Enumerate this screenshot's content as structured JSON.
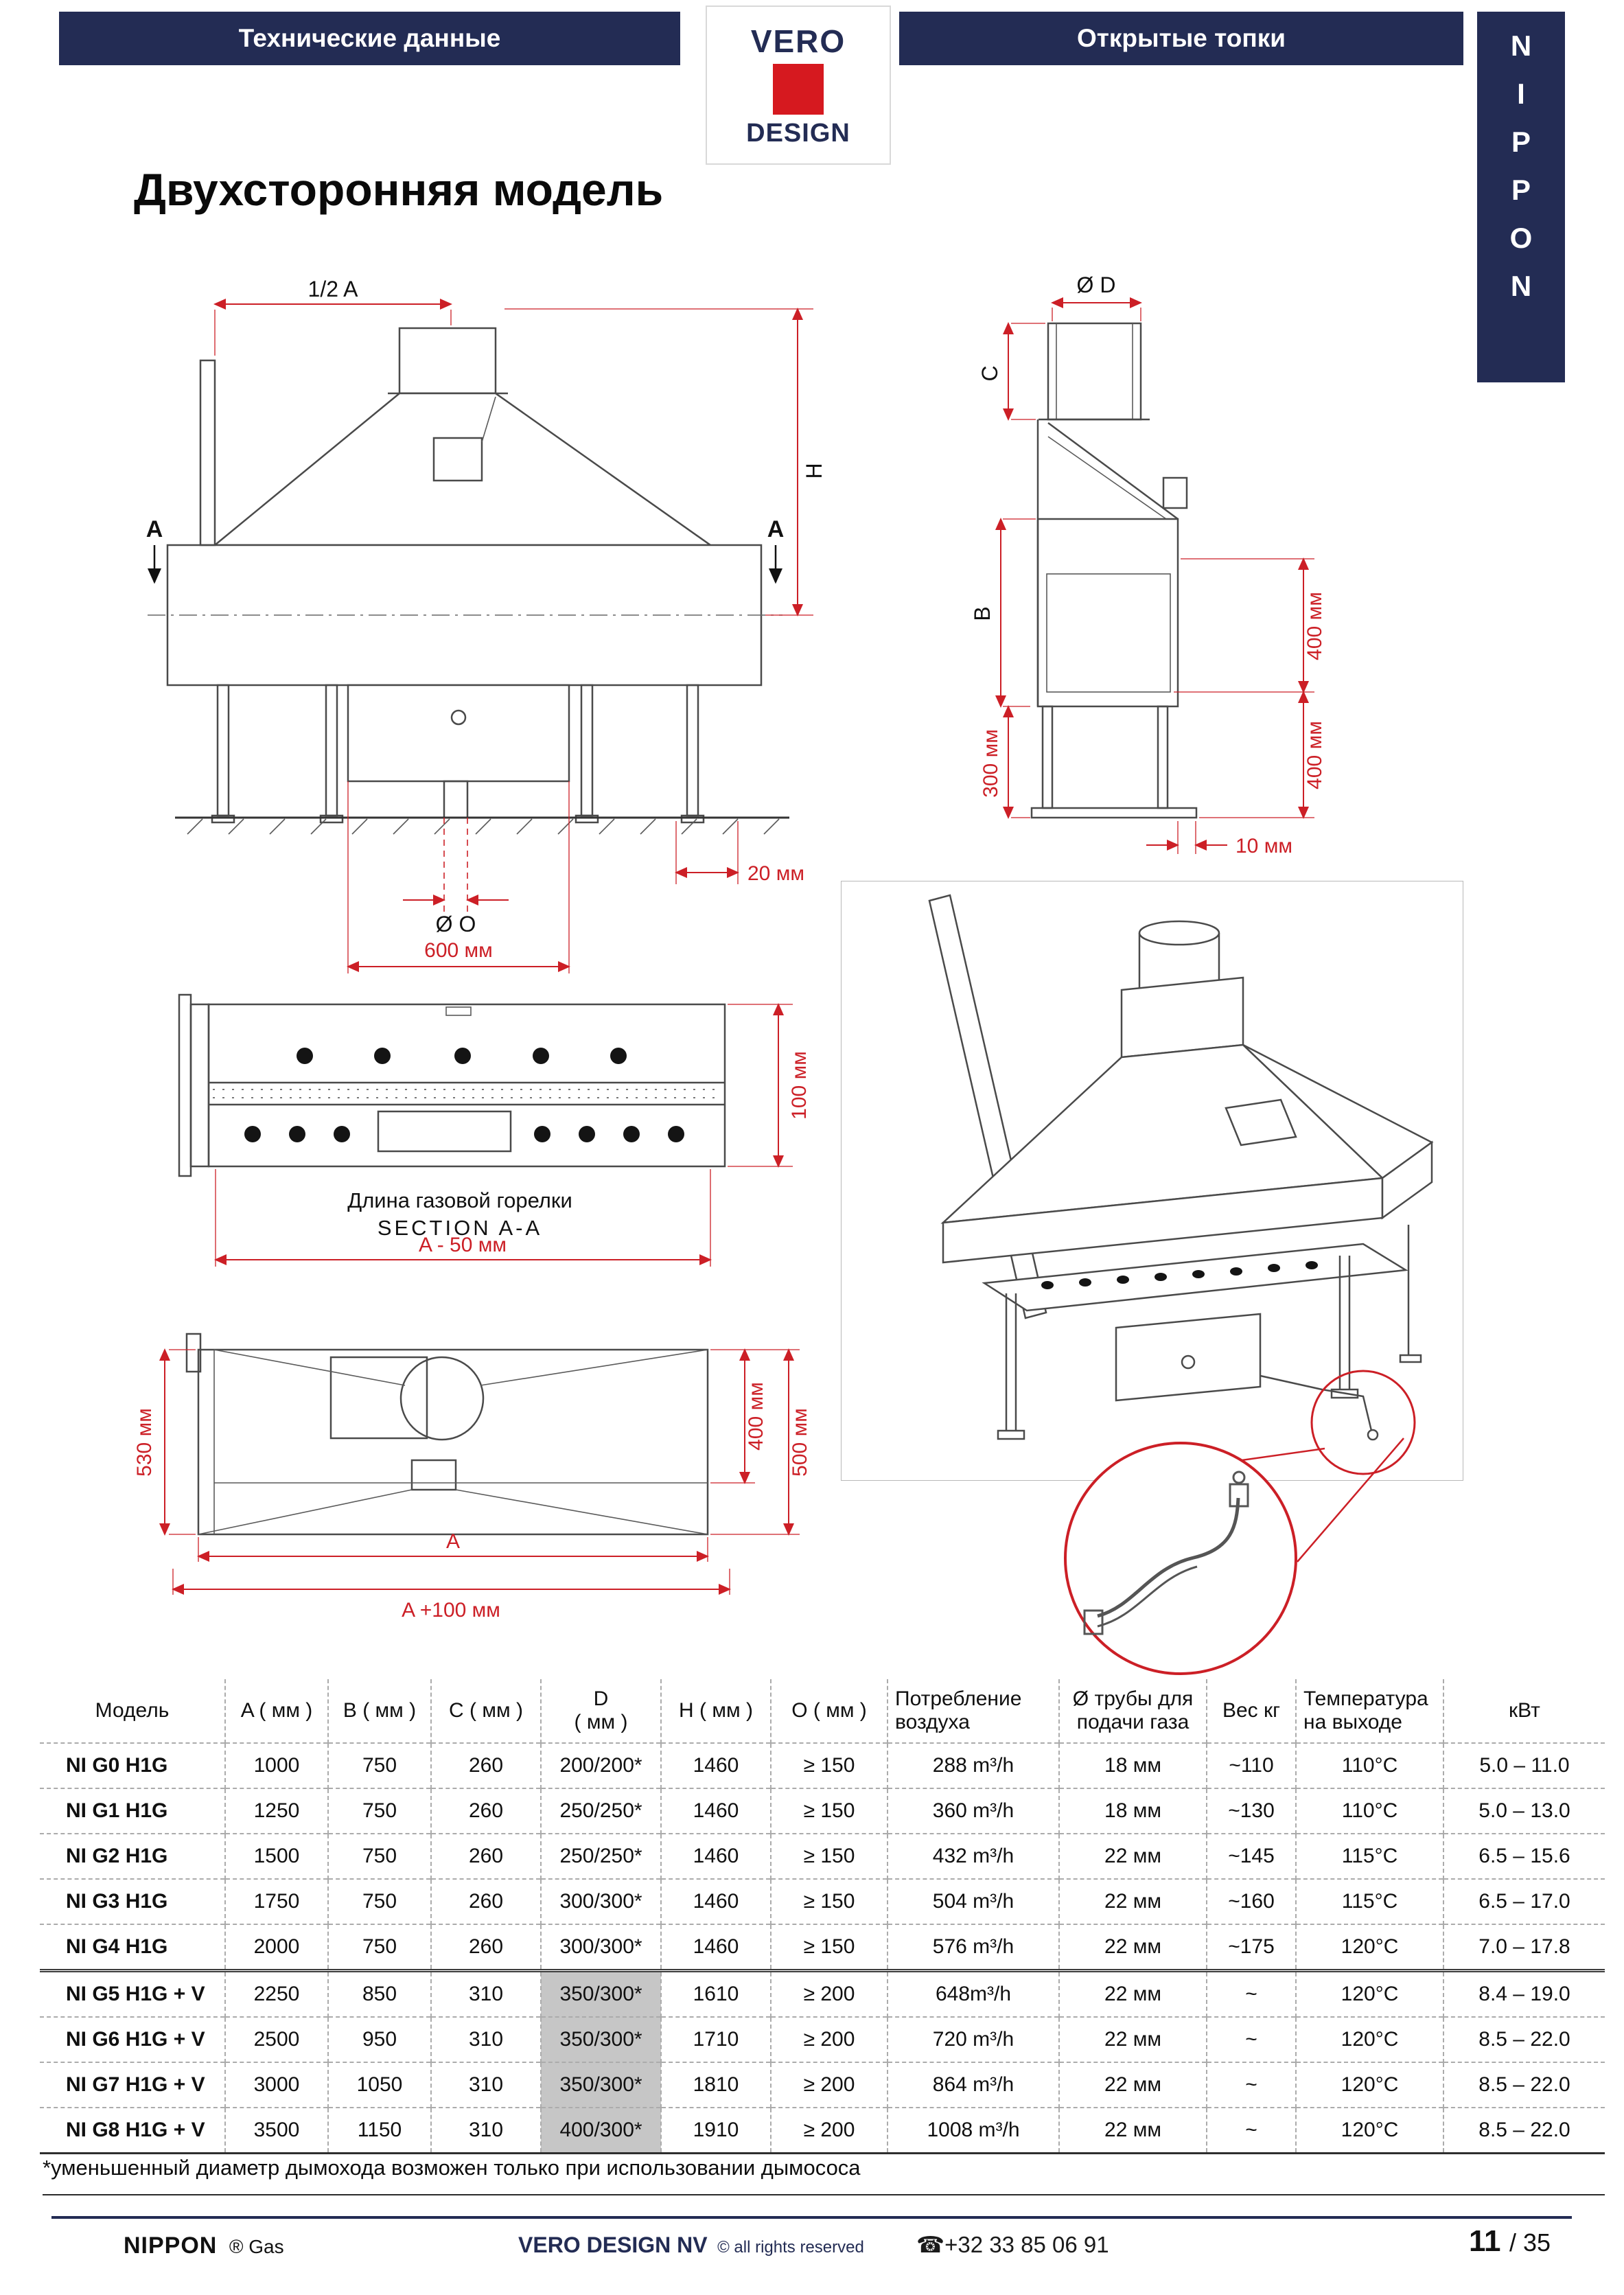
{
  "header": {
    "left_banner": "Технические данные",
    "right_banner": "Открытые топки",
    "logo_top": "VERO",
    "logo_bottom": "DESIGN",
    "nippon_letters": [
      "N",
      "I",
      "P",
      "P",
      "O",
      "N"
    ]
  },
  "title": "Двухсторонняя модель",
  "colors": {
    "navy": "#232c54",
    "dimension_red": "#cc1f26",
    "logo_red": "#d6191f",
    "table_highlight": "#c6c6c6"
  },
  "drawings": {
    "front_view": {
      "half_a": "1/2 A",
      "section_a": "A",
      "h": "H",
      "d20": "20 мм",
      "o_label": "Ø O",
      "d600": "600 мм"
    },
    "side_view": {
      "d_label": "Ø D",
      "c": "C",
      "b": "B",
      "d300": "300 мм",
      "d400_top": "400 мм",
      "d400_bottom": "400 мм",
      "d10": "10 мм"
    },
    "section_view": {
      "d100": "100 мм",
      "caption": "Длина газовой горелки",
      "section_label": "SECTION A-A",
      "a50": "A - 50 мм"
    },
    "top_view": {
      "d530": "530 мм",
      "d400": "400 мм",
      "d500": "500 мм",
      "a_label": "A",
      "a100": "A +100 мм"
    }
  },
  "table": {
    "headers": [
      "Модель",
      "A ( мм )",
      "B ( мм )",
      "C ( мм )",
      "D\n( мм )",
      "H ( мм )",
      "O ( мм )",
      "Потребление воздуха",
      "Ø трубы для подачи газа",
      "Вес кг",
      "Температура на выходе",
      "кВт"
    ],
    "rows": [
      {
        "cells": [
          "NI G0 H1G",
          "1000",
          "750",
          "260",
          "200/200*",
          "1460",
          "≥ 150",
          "288 m³/h",
          "18 мм",
          "~110",
          "110°C",
          "5.0 – 11.0"
        ],
        "d_highlight": false,
        "group_start": false
      },
      {
        "cells": [
          "NI G1 H1G",
          "1250",
          "750",
          "260",
          "250/250*",
          "1460",
          "≥ 150",
          "360 m³/h",
          "18 мм",
          "~130",
          "110°C",
          "5.0 – 13.0"
        ],
        "d_highlight": false,
        "group_start": false
      },
      {
        "cells": [
          "NI G2 H1G",
          "1500",
          "750",
          "260",
          "250/250*",
          "1460",
          "≥ 150",
          "432 m³/h",
          "22 мм",
          "~145",
          "115°C",
          "6.5 – 15.6"
        ],
        "d_highlight": false,
        "group_start": false
      },
      {
        "cells": [
          "NI G3 H1G",
          "1750",
          "750",
          "260",
          "300/300*",
          "1460",
          "≥ 150",
          "504 m³/h",
          "22 мм",
          "~160",
          "115°C",
          "6.5 – 17.0"
        ],
        "d_highlight": false,
        "group_start": false
      },
      {
        "cells": [
          "NI G4 H1G",
          "2000",
          "750",
          "260",
          "300/300*",
          "1460",
          "≥ 150",
          "576 m³/h",
          "22 мм",
          "~175",
          "120°C",
          "7.0 – 17.8"
        ],
        "d_highlight": false,
        "group_start": false
      },
      {
        "cells": [
          "NI G5 H1G + V",
          "2250",
          "850",
          "310",
          "350/300*",
          "1610",
          "≥ 200",
          "648m³/h",
          "22 мм",
          "~",
          "120°C",
          "8.4 – 19.0"
        ],
        "d_highlight": true,
        "group_start": true
      },
      {
        "cells": [
          "NI G6 H1G + V",
          "2500",
          "950",
          "310",
          "350/300*",
          "1710",
          "≥ 200",
          "720 m³/h",
          "22 мм",
          "~",
          "120°C",
          "8.5 – 22.0"
        ],
        "d_highlight": true,
        "group_start": false
      },
      {
        "cells": [
          "NI G7 H1G + V",
          "3000",
          "1050",
          "310",
          "350/300*",
          "1810",
          "≥ 200",
          "864 m³/h",
          "22 мм",
          "~",
          "120°C",
          "8.5 – 22.0"
        ],
        "d_highlight": true,
        "group_start": false
      },
      {
        "cells": [
          "NI G8 H1G + V",
          "3500",
          "1150",
          "310",
          "400/300*",
          "1910",
          "≥ 200",
          "1008 m³/h",
          "22 мм",
          "~",
          "120°C",
          "8.5 – 22.0"
        ],
        "d_highlight": true,
        "group_start": false
      }
    ]
  },
  "footnote": "*уменьшенный диаметр дымохода возможен только при использовании дымососа",
  "footer": {
    "brand": "NIPPON",
    "brand_suffix": "® Gas",
    "company": "VERO DESIGN NV",
    "rights": "© all rights reserved",
    "phone": "☎+32 33 85 06 91",
    "page": "11",
    "page_total": "/ 35"
  }
}
